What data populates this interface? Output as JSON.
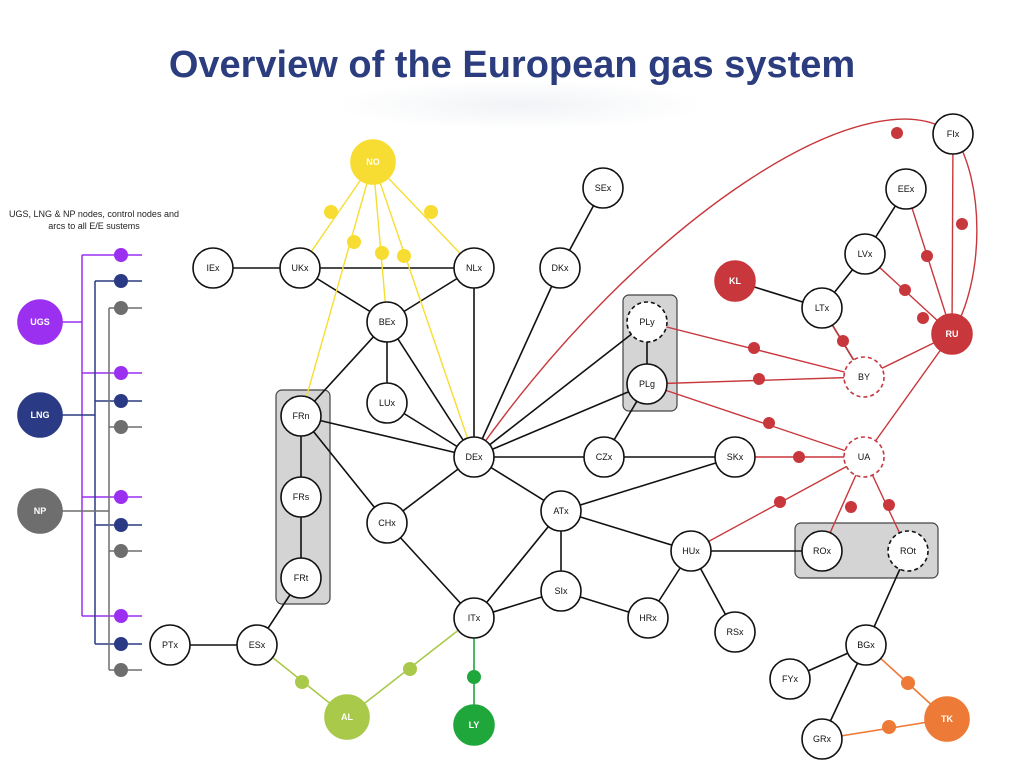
{
  "title": "Overview of the European gas system",
  "legend_note": "UGS, LNG & NP nodes, control nodes and arcs to all E/E sustems",
  "colors": {
    "title": "#2b3d7e",
    "ugs": "#9b30f0",
    "lng": "#2b3a84",
    "np": "#6e6e6e",
    "no": "#f7dd32",
    "russia": "#c8373c",
    "algeria": "#a9c94a",
    "libya": "#1fa73c",
    "turkey": "#ee7a37",
    "link": "#111111"
  },
  "nodes": {
    "ugs": "UGS",
    "lng": "LNG",
    "np": "NP",
    "no": "NO",
    "iex": "IEx",
    "ukx": "UKx",
    "nlx": "NLx",
    "bex": "BEx",
    "lux": "LUx",
    "frn": "FRn",
    "frs": "FRs",
    "frt": "FRt",
    "chx": "CHx",
    "dex": "DEx",
    "dkx": "DKx",
    "sex": "SEx",
    "ply": "PLy",
    "plg": "PLg",
    "czx": "CZx",
    "skx": "SKx",
    "atx": "ATx",
    "six": "SIx",
    "itx": "ITx",
    "hux": "HUx",
    "hrx": "HRx",
    "rsx": "RSx",
    "rox": "ROx",
    "rot": "ROt",
    "bgx": "BGx",
    "fyx": "FYx",
    "grx": "GRx",
    "tk": "TK",
    "ptx": "PTx",
    "esx": "ESx",
    "al": "AL",
    "ly": "LY",
    "ua": "UA",
    "by": "BY",
    "ltx": "LTx",
    "kl": "KL",
    "lvx": "LVx",
    "eex": "EEx",
    "fix": "FIx",
    "ru": "RU"
  }
}
